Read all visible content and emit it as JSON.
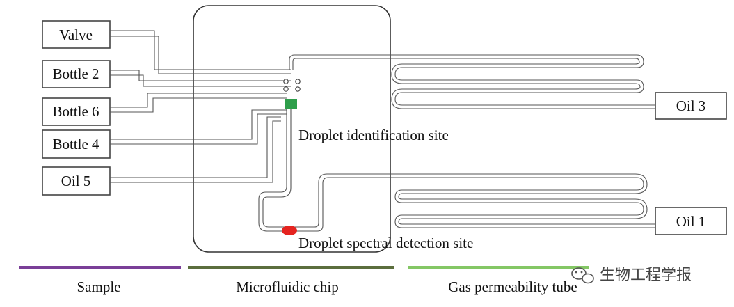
{
  "inputs": [
    "Valve",
    "Bottle 2",
    "Bottle 6",
    "Bottle 4",
    "Oil 5"
  ],
  "outputs": [
    "Oil 3",
    "Oil 1"
  ],
  "sites": {
    "identification": "Droplet identification site",
    "spectral": "Droplet spectral detection site"
  },
  "sections": [
    {
      "label": "Sample",
      "color": "#7a3f98"
    },
    {
      "label": "Microfluidic chip",
      "color": "#5b6e3d"
    },
    {
      "label": "Gas permeability tube",
      "color": "#84c765"
    }
  ],
  "marker_colors": {
    "identification": "#2e9e4a",
    "spectral": "#e5231f"
  },
  "watermark": {
    "icon": "wechat-icon",
    "text": "生物工程学报"
  }
}
